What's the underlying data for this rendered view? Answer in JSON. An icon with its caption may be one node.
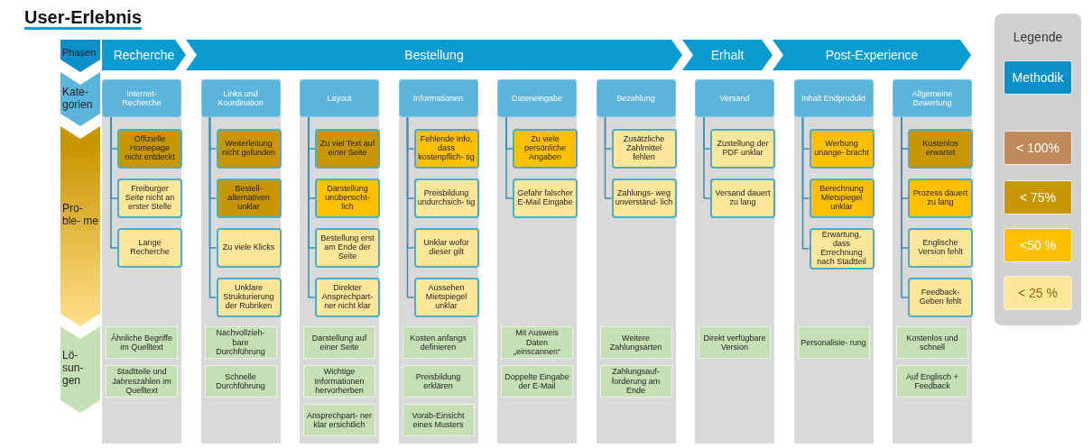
{
  "diagram": {
    "title": "User-Erlebnis",
    "nodes": [
      {
        "text": [
          "Phasen"
        ]
      },
      {
        "text": [
          "Kate- gorien"
        ]
      },
      {
        "text": [
          "Pro- ble- me"
        ]
      },
      {
        "text": [
          "Lö- sun- gen"
        ]
      },
      {
        "text": [
          "Recherche"
        ]
      },
      {
        "text": [
          "Bestellung"
        ]
      },
      {
        "text": [
          "Erhalt"
        ]
      },
      {
        "text": [
          "Post-Experience"
        ]
      },
      {
        "text": [],
        "shape": "box"
      },
      {
        "text": [
          "Internet- Recherche"
        ],
        "in": 8
      },
      {
        "text": [
          "Offizielle Homepage nicht entdeckt"
        ],
        "in": 8
      },
      {
        "text": [
          "Freiburger Seite nicht an erster Stelle"
        ],
        "in": 8
      },
      {
        "text": [
          "Lange Recherche"
        ],
        "in": 8
      },
      {
        "text": [
          "Ähnliche Begriffe im Quelltext"
        ],
        "in": 8
      },
      {
        "text": [
          "Stadtteile und Jahreszahlen im Quelltext"
        ],
        "in": 8
      },
      {
        "text": [],
        "shape": "box"
      },
      {
        "text": [
          "Links und Koordination"
        ],
        "in": 15
      },
      {
        "text": [
          "Weiterleitung nicht gefunden"
        ],
        "in": 15
      },
      {
        "text": [
          "Bestell- alternativen unklar"
        ],
        "in": 15
      },
      {
        "text": [
          "Zu viele Klicks"
        ],
        "in": 15
      },
      {
        "text": [
          "Unklare Strukturierung der Rubriken"
        ],
        "in": 15
      },
      {
        "text": [
          "Nachvollzieh- bare Durchführung"
        ],
        "in": 15
      },
      {
        "text": [
          "Schnelle Durchführung"
        ],
        "in": 15
      },
      {
        "text": [],
        "shape": "box"
      },
      {
        "text": [
          "Layout"
        ],
        "in": 23
      },
      {
        "text": [
          "Zu viel Text auf einer Seite"
        ],
        "in": 23
      },
      {
        "text": [
          "Darstellung unübersicht- lich"
        ],
        "in": 23
      },
      {
        "text": [
          "Bestellung erst am Ende der Seite"
        ],
        "in": 23
      },
      {
        "text": [
          "Direkter Ansprechpart-ner nicht klar"
        ],
        "in": 23
      },
      {
        "text": [
          "Darstellung auf einer Seite"
        ],
        "in": 23
      },
      {
        "text": [
          "Wichtige Informationen hervorherben"
        ],
        "in": 23
      },
      {
        "text": [
          "Ansprechpart- ner klar ersichtlich"
        ],
        "in": 23
      },
      {
        "text": [],
        "shape": "box"
      },
      {
        "text": [
          "Informationen"
        ],
        "in": 32
      },
      {
        "text": [
          "Fehlende Info, dass kostenpflich- tig"
        ],
        "in": 32
      },
      {
        "text": [
          "Preisbildung undurchsich- tig"
        ],
        "in": 32
      },
      {
        "text": [
          "Unklar wofür dieser gilt"
        ],
        "in": 32
      },
      {
        "text": [
          "Aussehen Mietspiegel unklar"
        ],
        "in": 32
      },
      {
        "text": [
          "Kosten anfangs definieren"
        ],
        "in": 32
      },
      {
        "text": [
          "Preisbildung erklären"
        ],
        "in": 32
      },
      {
        "text": [
          "Vorab-Einsicht eines Musters"
        ],
        "in": 32
      },
      {
        "text": [],
        "shape": "box"
      },
      {
        "text": [
          "Dateneingabe"
        ],
        "in": 41
      },
      {
        "text": [
          "Zu viele persönliche Angaben"
        ],
        "in": 41
      },
      {
        "text": [
          "Gefahr falscher E-Mail Eingabe"
        ],
        "in": 41
      },
      {
        "text": [
          "Mit Ausweis Daten „einscannen“"
        ],
        "in": 41
      },
      {
        "text": [
          "Doppelte Eingabe der E-Mail"
        ],
        "in": 41
      },
      {
        "text": [],
        "shape": "box"
      },
      {
        "text": [
          "Bezahlung"
        ],
        "in": 47
      },
      {
        "text": [
          "Zusätzliche Zahlmittel fehlen"
        ],
        "in": 47
      },
      {
        "text": [
          "Zahlungs- weg unverständ- lich"
        ],
        "in": 47
      },
      {
        "text": [
          "Weitere Zahlungsarten"
        ],
        "in": 47
      },
      {
        "text": [
          "Zahlungsauf- forderung am Ende"
        ],
        "in": 47
      },
      {
        "text": [],
        "shape": "box"
      },
      {
        "text": [
          "Versand"
        ],
        "in": 53
      },
      {
        "text": [
          "Zustellung der PDF unklar"
        ],
        "in": 53
      },
      {
        "text": [
          "Versand dauert zu lang"
        ],
        "in": 53
      },
      {
        "text": [
          "Direkt verfügbare Version"
        ],
        "in": 53
      },
      {
        "text": [],
        "shape": "box"
      },
      {
        "text": [
          "Inhalt Endprodukt"
        ],
        "in": 58
      },
      {
        "text": [
          "Werbung unange- bracht"
        ],
        "in": 58
      },
      {
        "text": [
          "Berechnung Mietspiegel unklar"
        ],
        "in": 58
      },
      {
        "text": [
          "Erwartung, dass Errechnung nach Stadtteil"
        ],
        "in": 58
      },
      {
        "text": [
          "Personalisie- rung"
        ],
        "in": 58
      },
      {
        "text": [],
        "shape": "box"
      },
      {
        "text": [
          "Allgemeine Bewertung"
        ],
        "in": 64
      },
      {
        "text": [
          "Kostenlos erwartet"
        ],
        "in": 64
      },
      {
        "text": [
          "Prozess dauert zu lang"
        ],
        "in": 64
      },
      {
        "text": [
          "Englische Version fehlt"
        ],
        "in": 64
      },
      {
        "text": [
          "Feedback- Geben fehlt"
        ],
        "in": 64
      },
      {
        "text": [
          "Kostenlos und schnell"
        ],
        "in": 64
      },
      {
        "text": [
          "Auf Englisch + Feedback"
        ],
        "in": 64
      }
    ],
    "edges": [
      {
        "from": 9,
        "to": 10,
        "arrow": "none"
      },
      {
        "from": 9,
        "to": 11,
        "arrow": "none"
      },
      {
        "from": 9,
        "to": 12,
        "arrow": "none"
      },
      {
        "from": 16,
        "to": 17,
        "arrow": "none"
      },
      {
        "from": 16,
        "to": 18,
        "arrow": "none"
      },
      {
        "from": 16,
        "to": 19,
        "arrow": "none"
      },
      {
        "from": 16,
        "to": 20,
        "arrow": "none"
      },
      {
        "from": 24,
        "to": 25,
        "arrow": "none"
      },
      {
        "from": 24,
        "to": 26,
        "arrow": "none"
      },
      {
        "from": 24,
        "to": 27,
        "arrow": "none"
      },
      {
        "from": 24,
        "to": 28,
        "arrow": "none"
      },
      {
        "from": 33,
        "to": 34,
        "arrow": "none"
      },
      {
        "from": 33,
        "to": 35,
        "arrow": "none"
      },
      {
        "from": 33,
        "to": 36,
        "arrow": "none"
      },
      {
        "from": 33,
        "to": 37,
        "arrow": "none"
      },
      {
        "from": 42,
        "to": 43,
        "arrow": "none"
      },
      {
        "from": 42,
        "to": 44,
        "arrow": "none"
      },
      {
        "from": 48,
        "to": 49,
        "arrow": "none"
      },
      {
        "from": 48,
        "to": 50,
        "arrow": "none"
      },
      {
        "from": 54,
        "to": 55,
        "arrow": "none"
      },
      {
        "from": 54,
        "to": 56,
        "arrow": "none"
      },
      {
        "from": 59,
        "to": 60,
        "arrow": "none"
      },
      {
        "from": 59,
        "to": 61,
        "arrow": "none"
      },
      {
        "from": 59,
        "to": 62,
        "arrow": "none"
      },
      {
        "from": 65,
        "to": 66,
        "arrow": "none"
      },
      {
        "from": 65,
        "to": 67,
        "arrow": "none"
      },
      {
        "from": 65,
        "to": 68,
        "arrow": "none"
      },
      {
        "from": 65,
        "to": 69,
        "arrow": "none"
      }
    ],
    "labels": [
      "Legende"
    ],
    "legend": [
      {
        "text": "Methodik",
        "color": "#0a8fc8"
      },
      {
        "text": "< 100%",
        "color": "#c0895a"
      },
      {
        "text": "< 75%",
        "color": "#c89600"
      },
      {
        "text": "<50 %",
        "color": "#ffc000"
      },
      {
        "text": "< 25 %",
        "color": "#ffe699"
      }
    ]
  }
}
